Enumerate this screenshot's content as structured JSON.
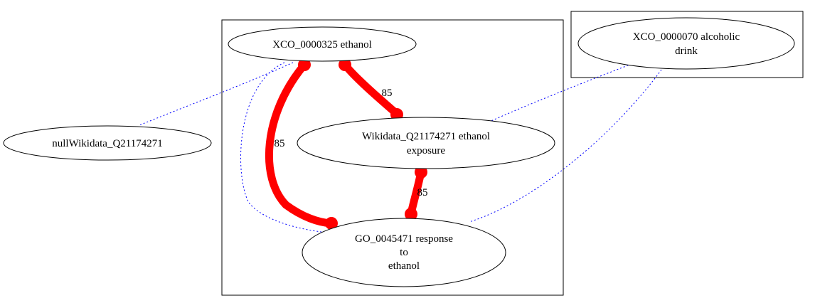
{
  "nodes": {
    "xco_ethanol": {
      "lines": [
        "XCO_0000325 ethanol"
      ]
    },
    "xco_alcoholic": {
      "lines": [
        "XCO_0000070 alcoholic",
        "drink"
      ]
    },
    "null_wikidata": {
      "lines": [
        "nullWikidata_Q21174271"
      ]
    },
    "wikidata_exposure": {
      "lines": [
        "Wikidata_Q21174271 ethanol",
        "exposure"
      ]
    },
    "go_response": {
      "lines": [
        "GO_0045471 response",
        "to",
        "ethanol"
      ]
    }
  },
  "edges": {
    "ethanol_to_exposure": {
      "label": "85"
    },
    "ethanol_to_response": {
      "label": "85"
    },
    "exposure_to_response": {
      "label": "85"
    }
  },
  "colors": {
    "strong_edge": "#ff0000",
    "dotted_edge": "#0000ff",
    "stroke": "#000000"
  }
}
